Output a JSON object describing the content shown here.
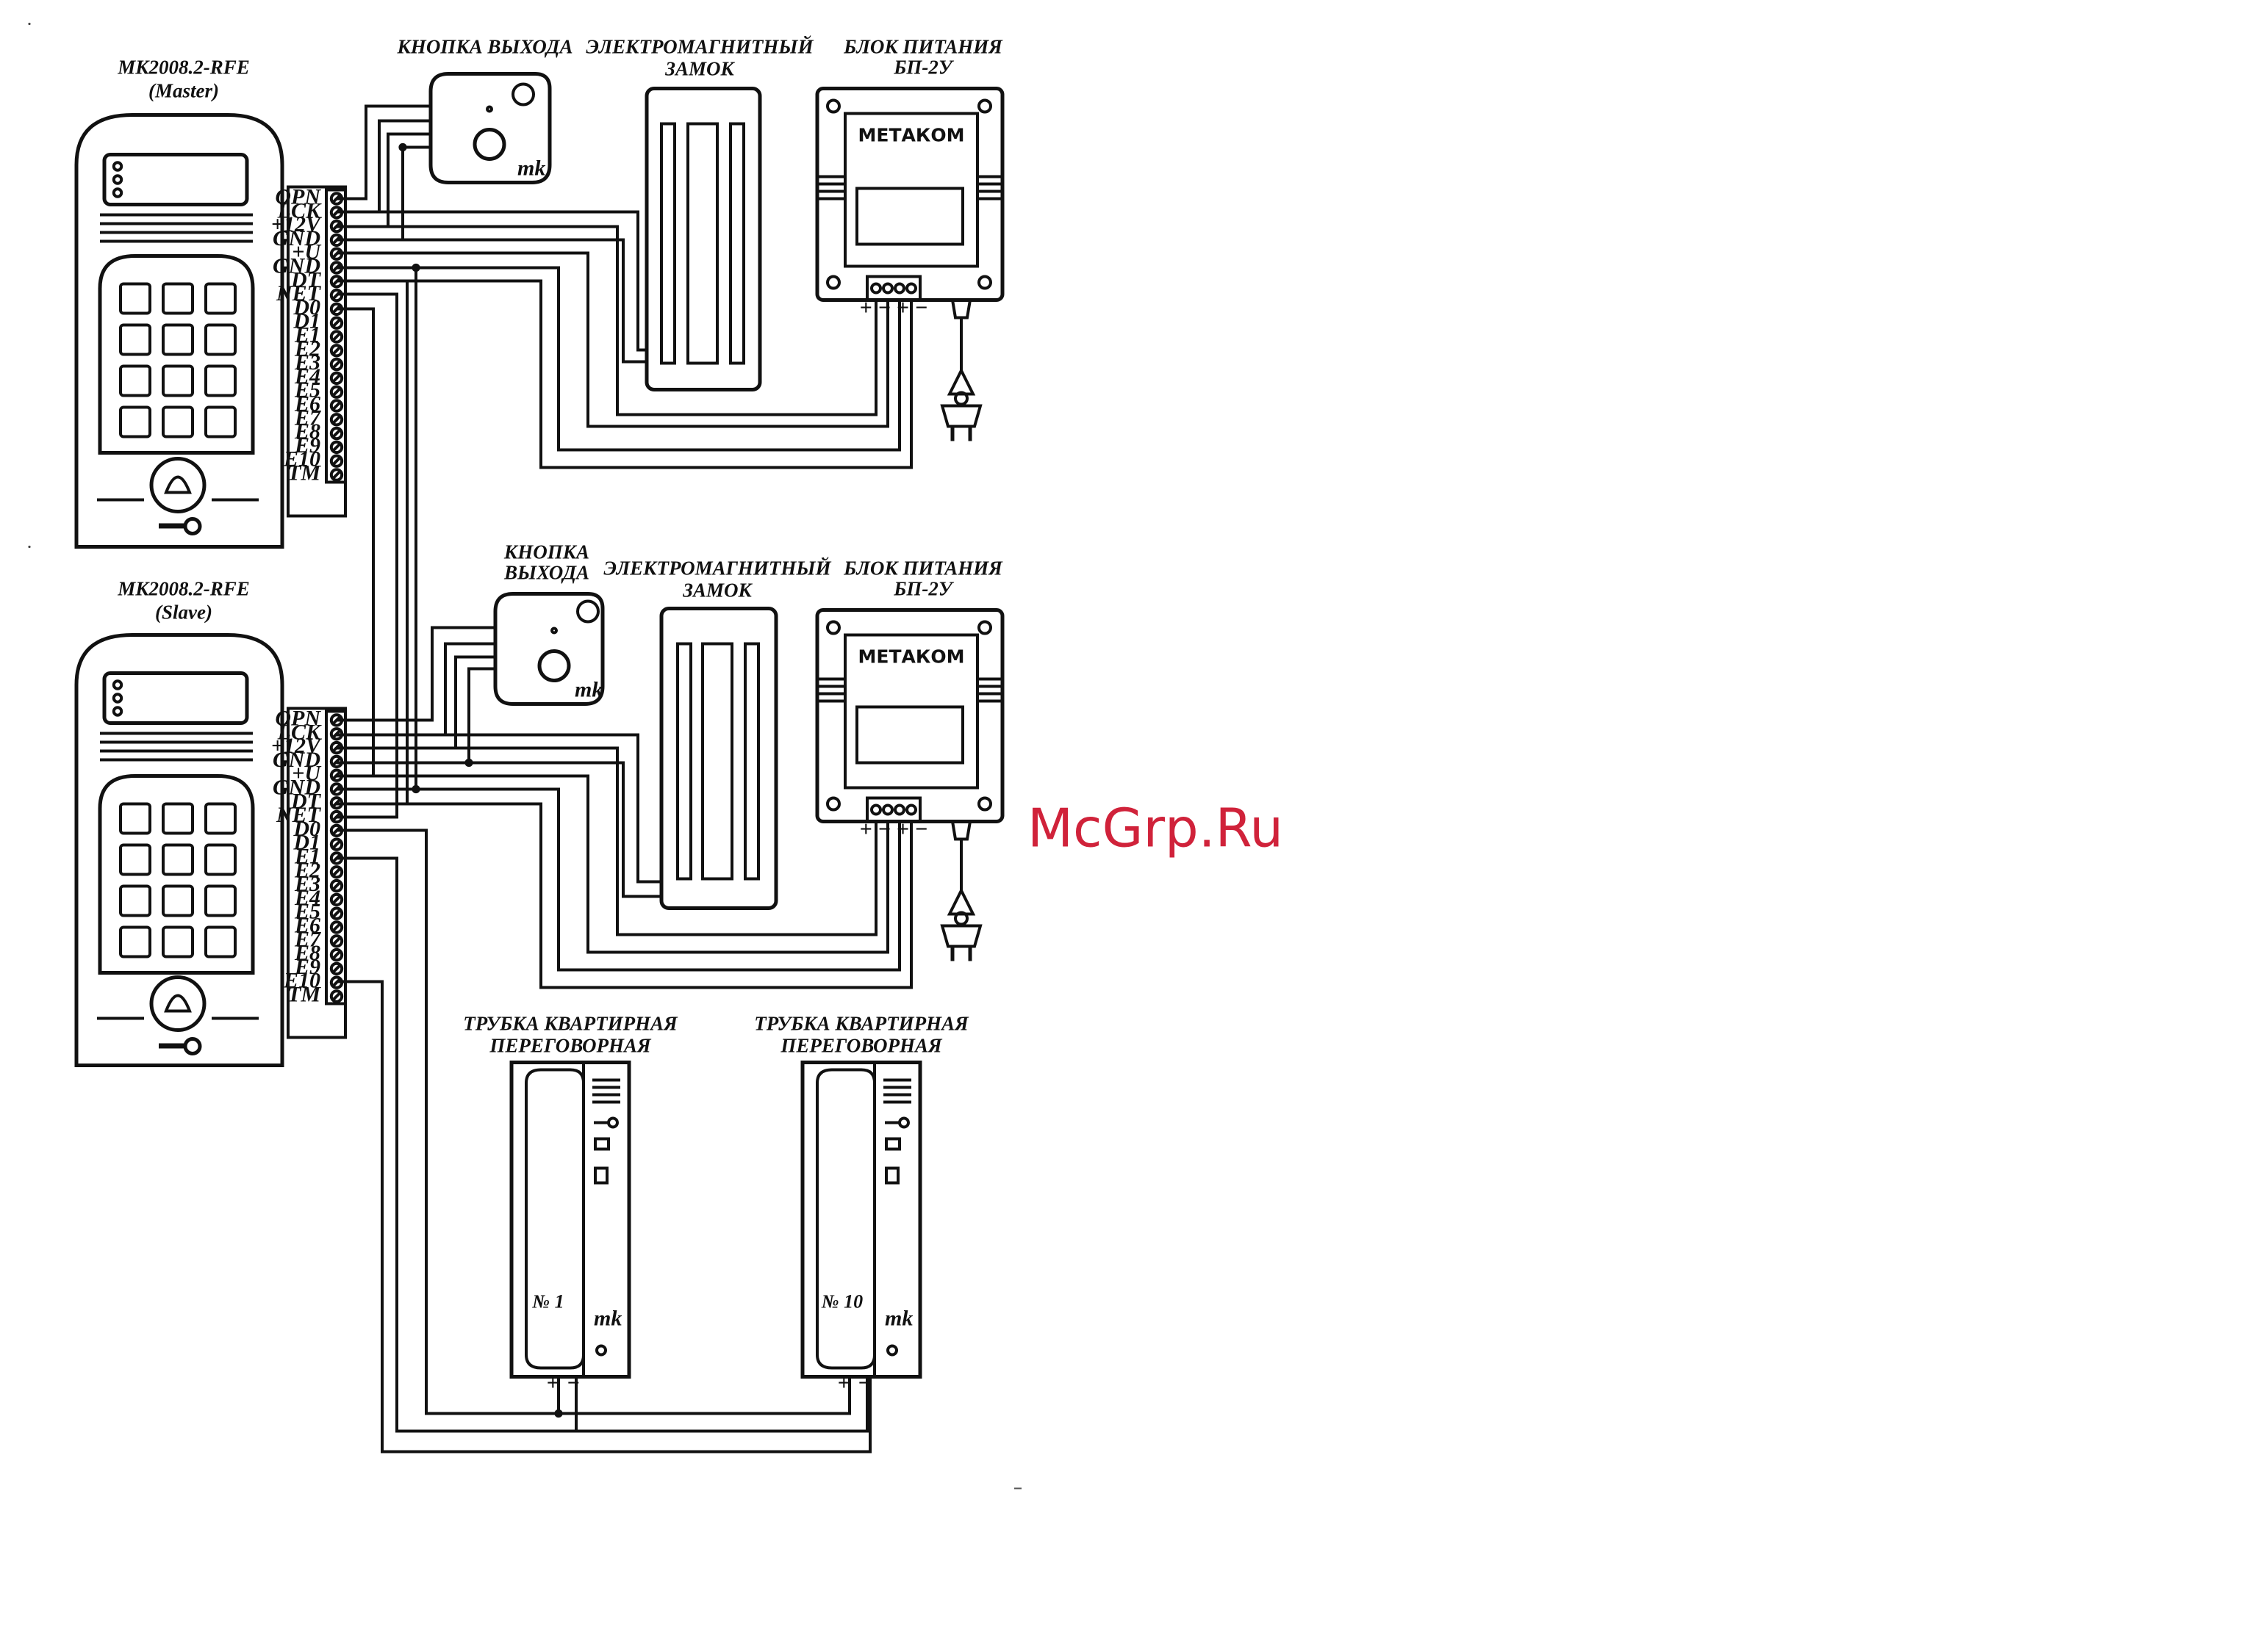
{
  "watermark": "McGrp.Ru",
  "panels": {
    "master": {
      "model": "МК2008.2-RFE",
      "role": "(Master)"
    },
    "slave": {
      "model": "МК2008.2-RFE",
      "role": "(Slave)"
    }
  },
  "terminal_labels": [
    "OPN",
    "LCK",
    "+12V",
    "GND",
    "+U",
    "GND",
    "DT",
    "NET",
    "D0",
    "D1",
    "E1",
    "E2",
    "E3",
    "E4",
    "E5",
    "E6",
    "E7",
    "E8",
    "E9",
    "E10",
    "TM"
  ],
  "top_row": {
    "exit_button": {
      "line1": "КНОПКА ВЫХОДА",
      "mark": "mk"
    },
    "lock": {
      "line1": "ЭЛЕКТРОМАГНИТНЫЙ",
      "line2": "ЗАМОК"
    },
    "psu": {
      "line1": "БЛОК ПИТАНИЯ",
      "line2": "БП-2У",
      "brand": "МЕТАКОМ",
      "terminals": "+ − + −"
    }
  },
  "middle_row": {
    "exit_button": {
      "line1": "КНОПКА",
      "line2": "ВЫХОДА",
      "mark": "mk"
    },
    "lock": {
      "line1": "ЭЛЕКТРОМАГНИТНЫЙ",
      "line2": "ЗАМОК"
    },
    "psu": {
      "line1": "БЛОК ПИТАНИЯ",
      "line2": "БП-2У",
      "brand": "МЕТАКОМ",
      "terminals": "+ − + −"
    }
  },
  "handsets": [
    {
      "line1": "ТРУБКА КВАРТИРНАЯ",
      "line2": "ПЕРЕГОВОРНАЯ",
      "number": "№ 1",
      "mark": "mk",
      "plus": "+",
      "minus": "−"
    },
    {
      "line1": "ТРУБКА КВАРТИРНАЯ",
      "line2": "ПЕРЕГОВОРНАЯ",
      "number": "№ 10",
      "mark": "mk",
      "plus": "+",
      "minus": "−"
    }
  ]
}
